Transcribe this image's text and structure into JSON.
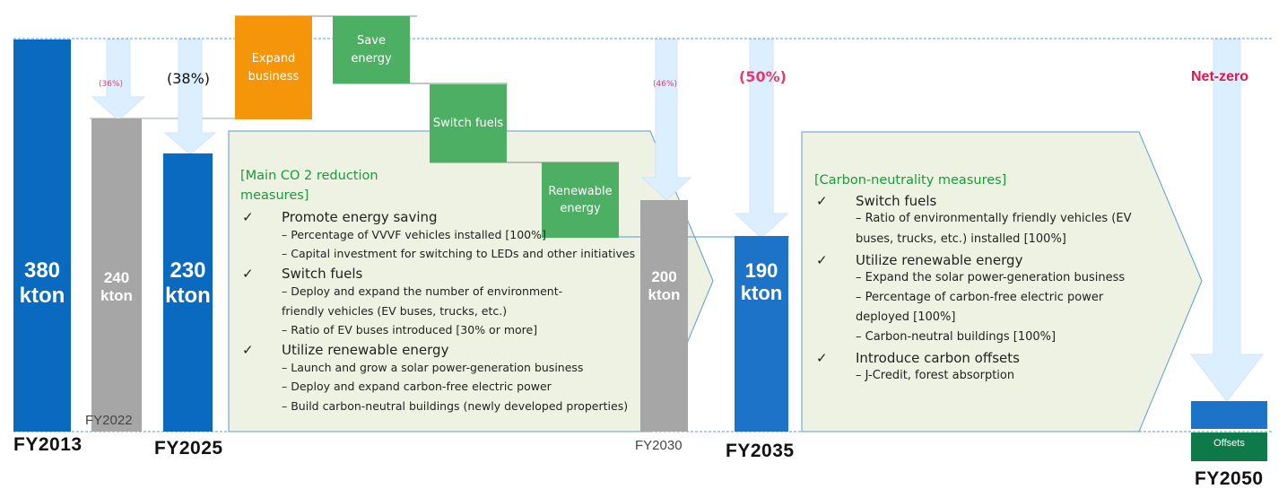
{
  "bars": [
    {
      "id": "fy2013",
      "value": "380",
      "unit": "kton",
      "year": "FY2013",
      "color": "#0a6abf"
    },
    {
      "id": "fy2022",
      "value": "240",
      "unit": "kton",
      "year": "FY2022",
      "color": "#a6a6a6"
    },
    {
      "id": "fy2025",
      "value": "230",
      "unit": "kton",
      "year": "FY2025",
      "color": "#0a6abf"
    },
    {
      "id": "fy2030",
      "value": "200",
      "unit": "kton",
      "year": "FY2030",
      "color": "#a6a6a6"
    },
    {
      "id": "fy2035",
      "value": "190",
      "unit": "kton",
      "year": "FY2035",
      "color": "#1d73c8"
    },
    {
      "id": "fy2050",
      "year": "FY2050",
      "offsets_label": "Offsets",
      "color": "#1d73c8",
      "offsets_color": "#0e7a4a"
    }
  ],
  "reductions": {
    "fy2022": "(36%)",
    "fy2025": "(38%)",
    "fy2030": "(46%)",
    "fy2035": "(50%)",
    "fy2050": "Net-zero"
  },
  "steps": [
    {
      "label": "Expand business",
      "color": "#f5960a"
    },
    {
      "label": "Save energy",
      "color": "#4caf63"
    },
    {
      "label": "Switch fuels",
      "color": "#4caf63"
    },
    {
      "label": "Renewable energy",
      "color": "#4caf63"
    }
  ],
  "panel1": {
    "heading": "[Main CO 2 reduction measures]",
    "groups": [
      {
        "title": "Promote energy saving",
        "items": [
          "Percentage of VVVF vehicles installed [100%]",
          "Capital investment for switching to LEDs and other initiatives"
        ]
      },
      {
        "title": "Switch fuels",
        "items": [
          "Deploy and expand the number of environment-friendly vehicles (EV buses, trucks, etc.)",
          "Ratio of EV buses introduced [30% or more]"
        ]
      },
      {
        "title": "Utilize renewable energy",
        "items": [
          "Launch and grow a solar power-generation business",
          "Deploy and expand carbon-free electric power",
          "Build carbon-neutral buildings (newly developed properties)"
        ]
      }
    ]
  },
  "panel2": {
    "heading": "[Carbon-neutrality measures]",
    "groups": [
      {
        "title": "Switch fuels",
        "items": [
          "Ratio of environmentally friendly vehicles (EV buses, trucks, etc.) installed [100%]"
        ]
      },
      {
        "title": "Utilize renewable energy",
        "items": [
          "Expand the solar power-generation business",
          "Percentage of carbon-free electric power deployed [100%]",
          "Carbon-neutral buildings [100%]"
        ]
      },
      {
        "title": "Introduce carbon offsets",
        "items": [
          "J-Credit, forest absorption"
        ]
      }
    ]
  },
  "check_mark": "✓",
  "dash_prefix": "–",
  "colors": {
    "arrow_fill": "#dcefff",
    "panel_fill": "#eef2e2",
    "panel_stroke": "#5b9bd5",
    "accent_red": "#e8134a",
    "pink": "#e8386d"
  }
}
